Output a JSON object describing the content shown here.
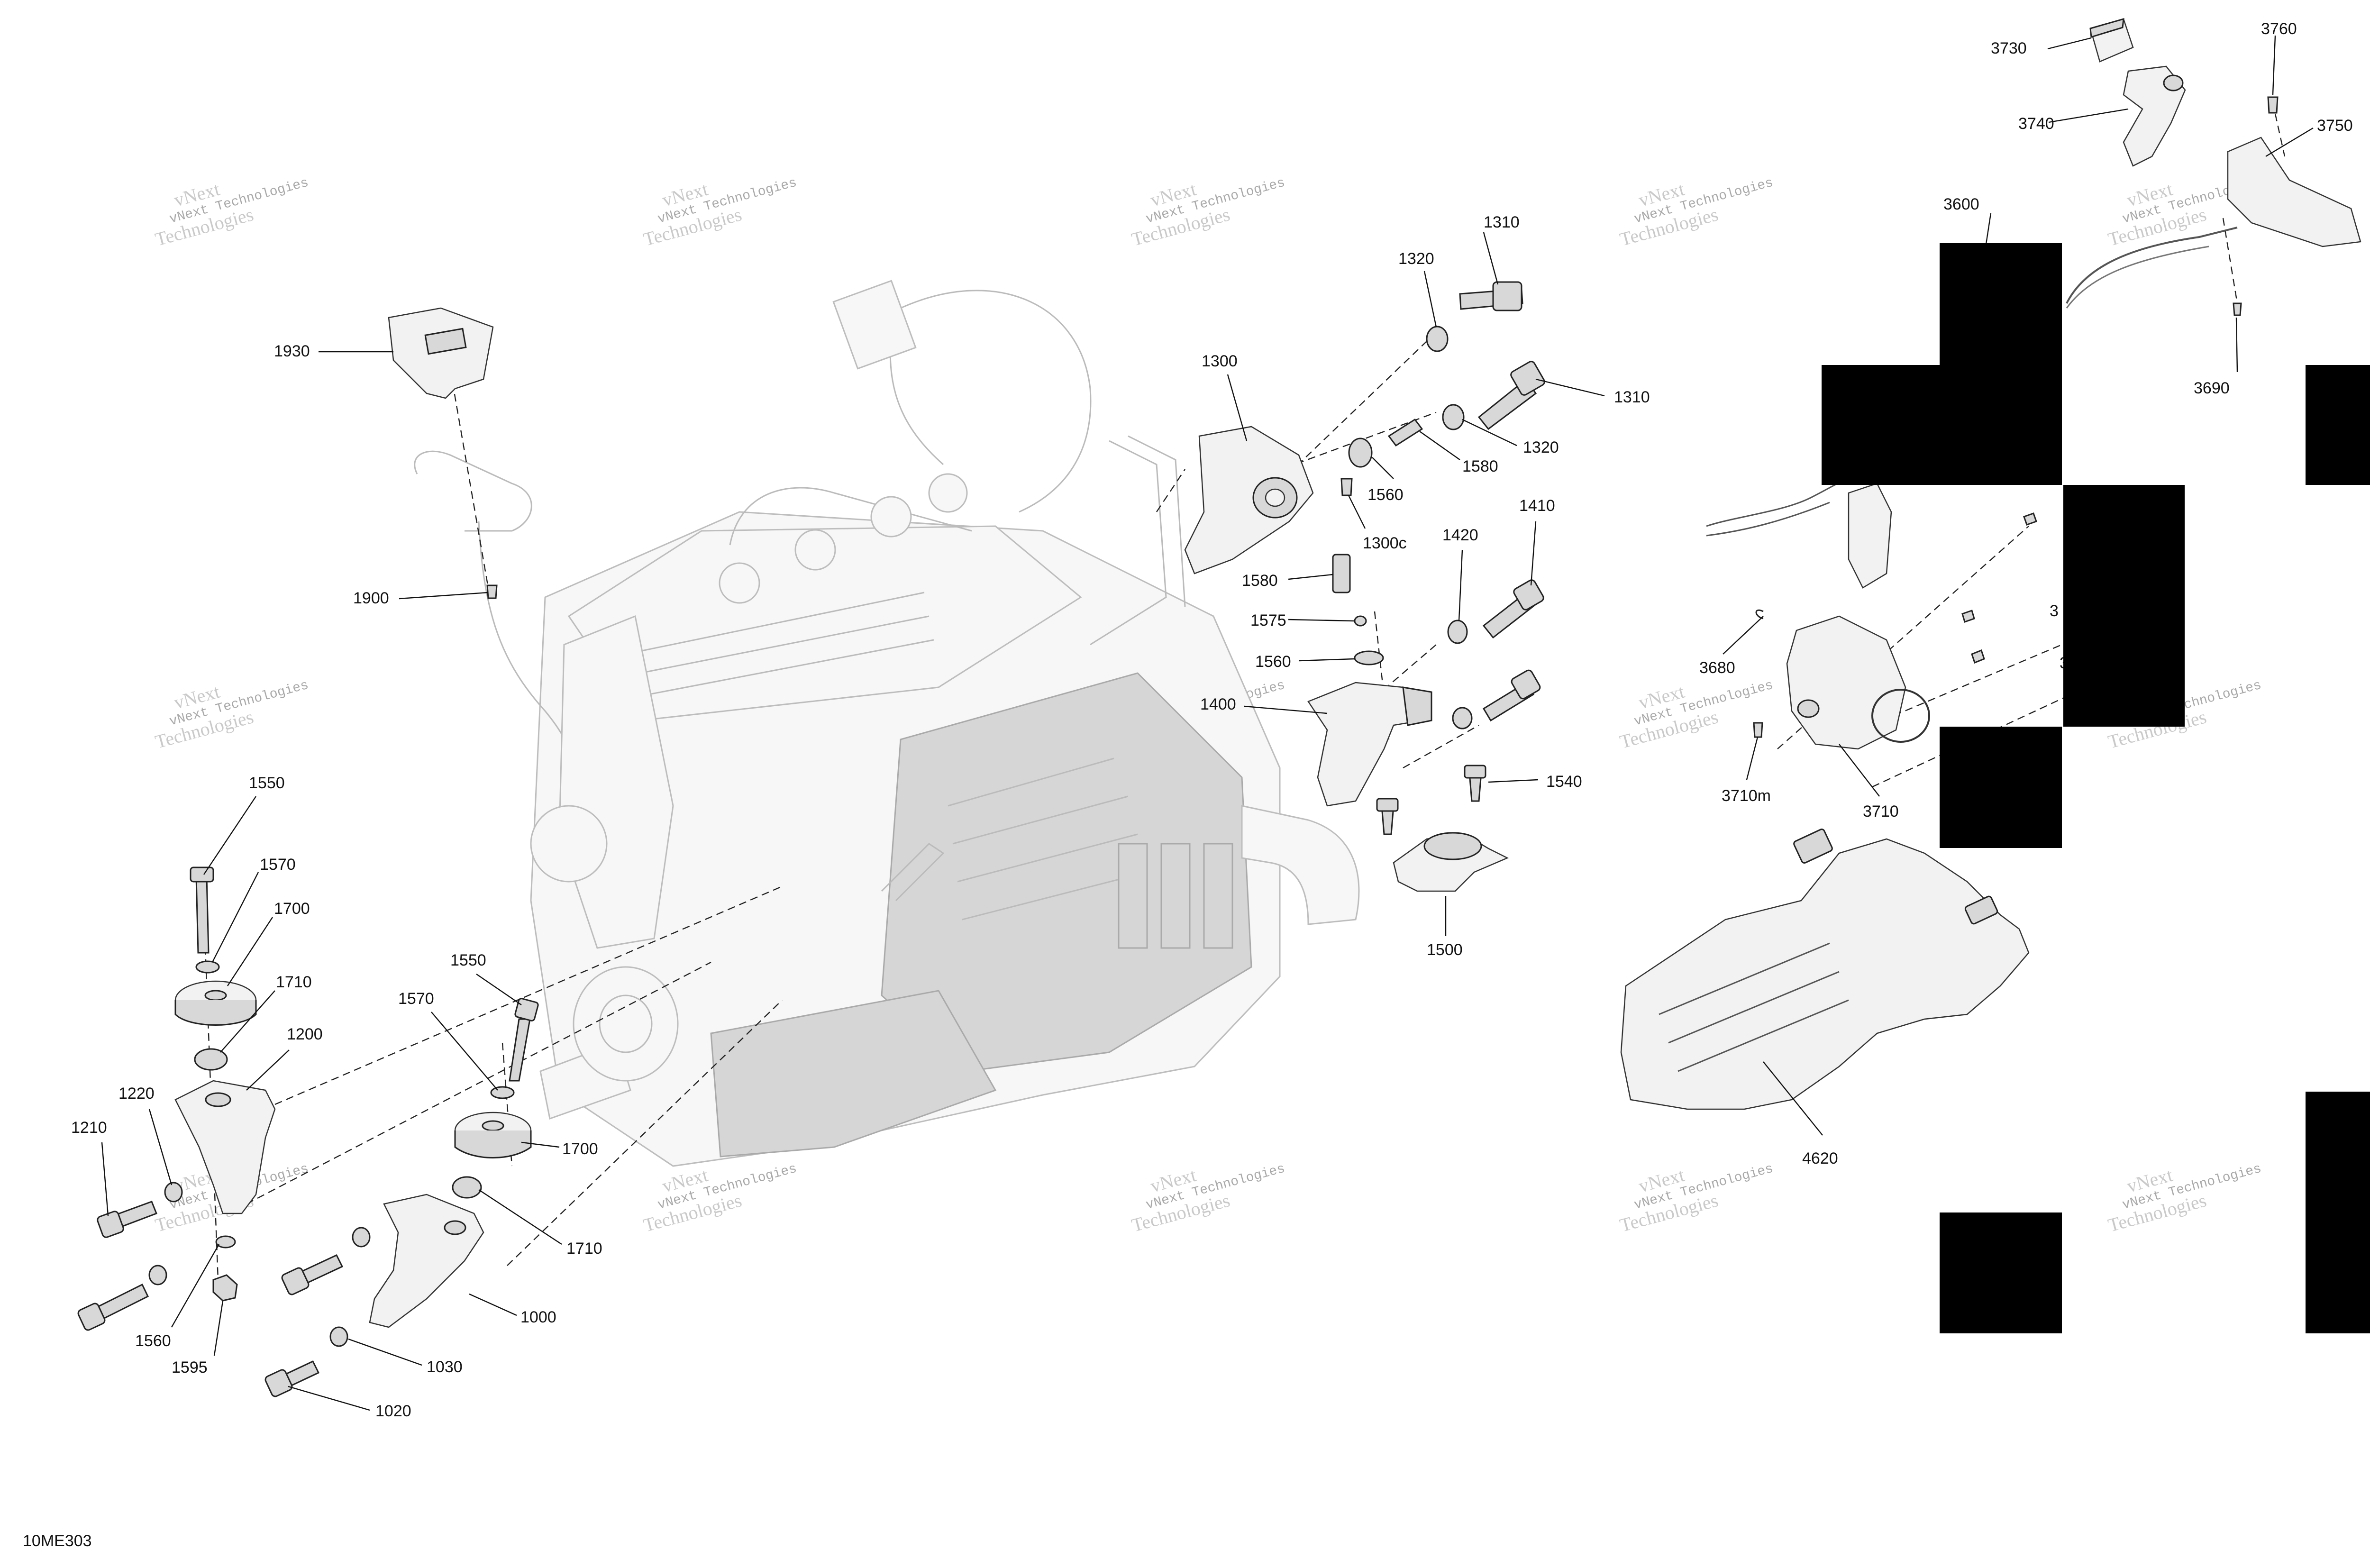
{
  "figure": {
    "code": "10ME303"
  },
  "watermark": {
    "line1": "vNext Technologies",
    "line2": "vNext",
    "line3": "Technologies"
  },
  "labels": {
    "p1930": "1930",
    "p1900": "1900",
    "p1300": "1300",
    "p1320a": "1320",
    "p1310a": "1310",
    "p1310b": "1310",
    "p1320b": "1320",
    "p1580a": "1580",
    "p1560a": "1560",
    "p1300c": "1300c",
    "p1410": "1410",
    "p1420": "1420",
    "p1580b": "1580",
    "p1575": "1575",
    "p1560b": "1560",
    "p1400": "1400",
    "p1540": "1540",
    "p1500": "1500",
    "p1550a": "1550",
    "p1570a": "1570",
    "p1700a": "1700",
    "p1710a": "1710",
    "p1200": "1200",
    "p1220": "1220",
    "p1210": "1210",
    "p1560c": "1560",
    "p1595": "1595",
    "p1550b": "1550",
    "p1570b": "1570",
    "p1700b": "1700",
    "p1710b": "1710",
    "p1000": "1000",
    "p1030": "1030",
    "p1020": "1020",
    "p3730": "3730",
    "p3760": "3760",
    "p3740": "3740",
    "p3750": "3750",
    "p3600": "3600",
    "p3690": "3690",
    "p3680": "3680",
    "p3710m": "3710m",
    "p3710": "3710",
    "p4620": "4620",
    "p3a": "3",
    "p3b": "3"
  }
}
